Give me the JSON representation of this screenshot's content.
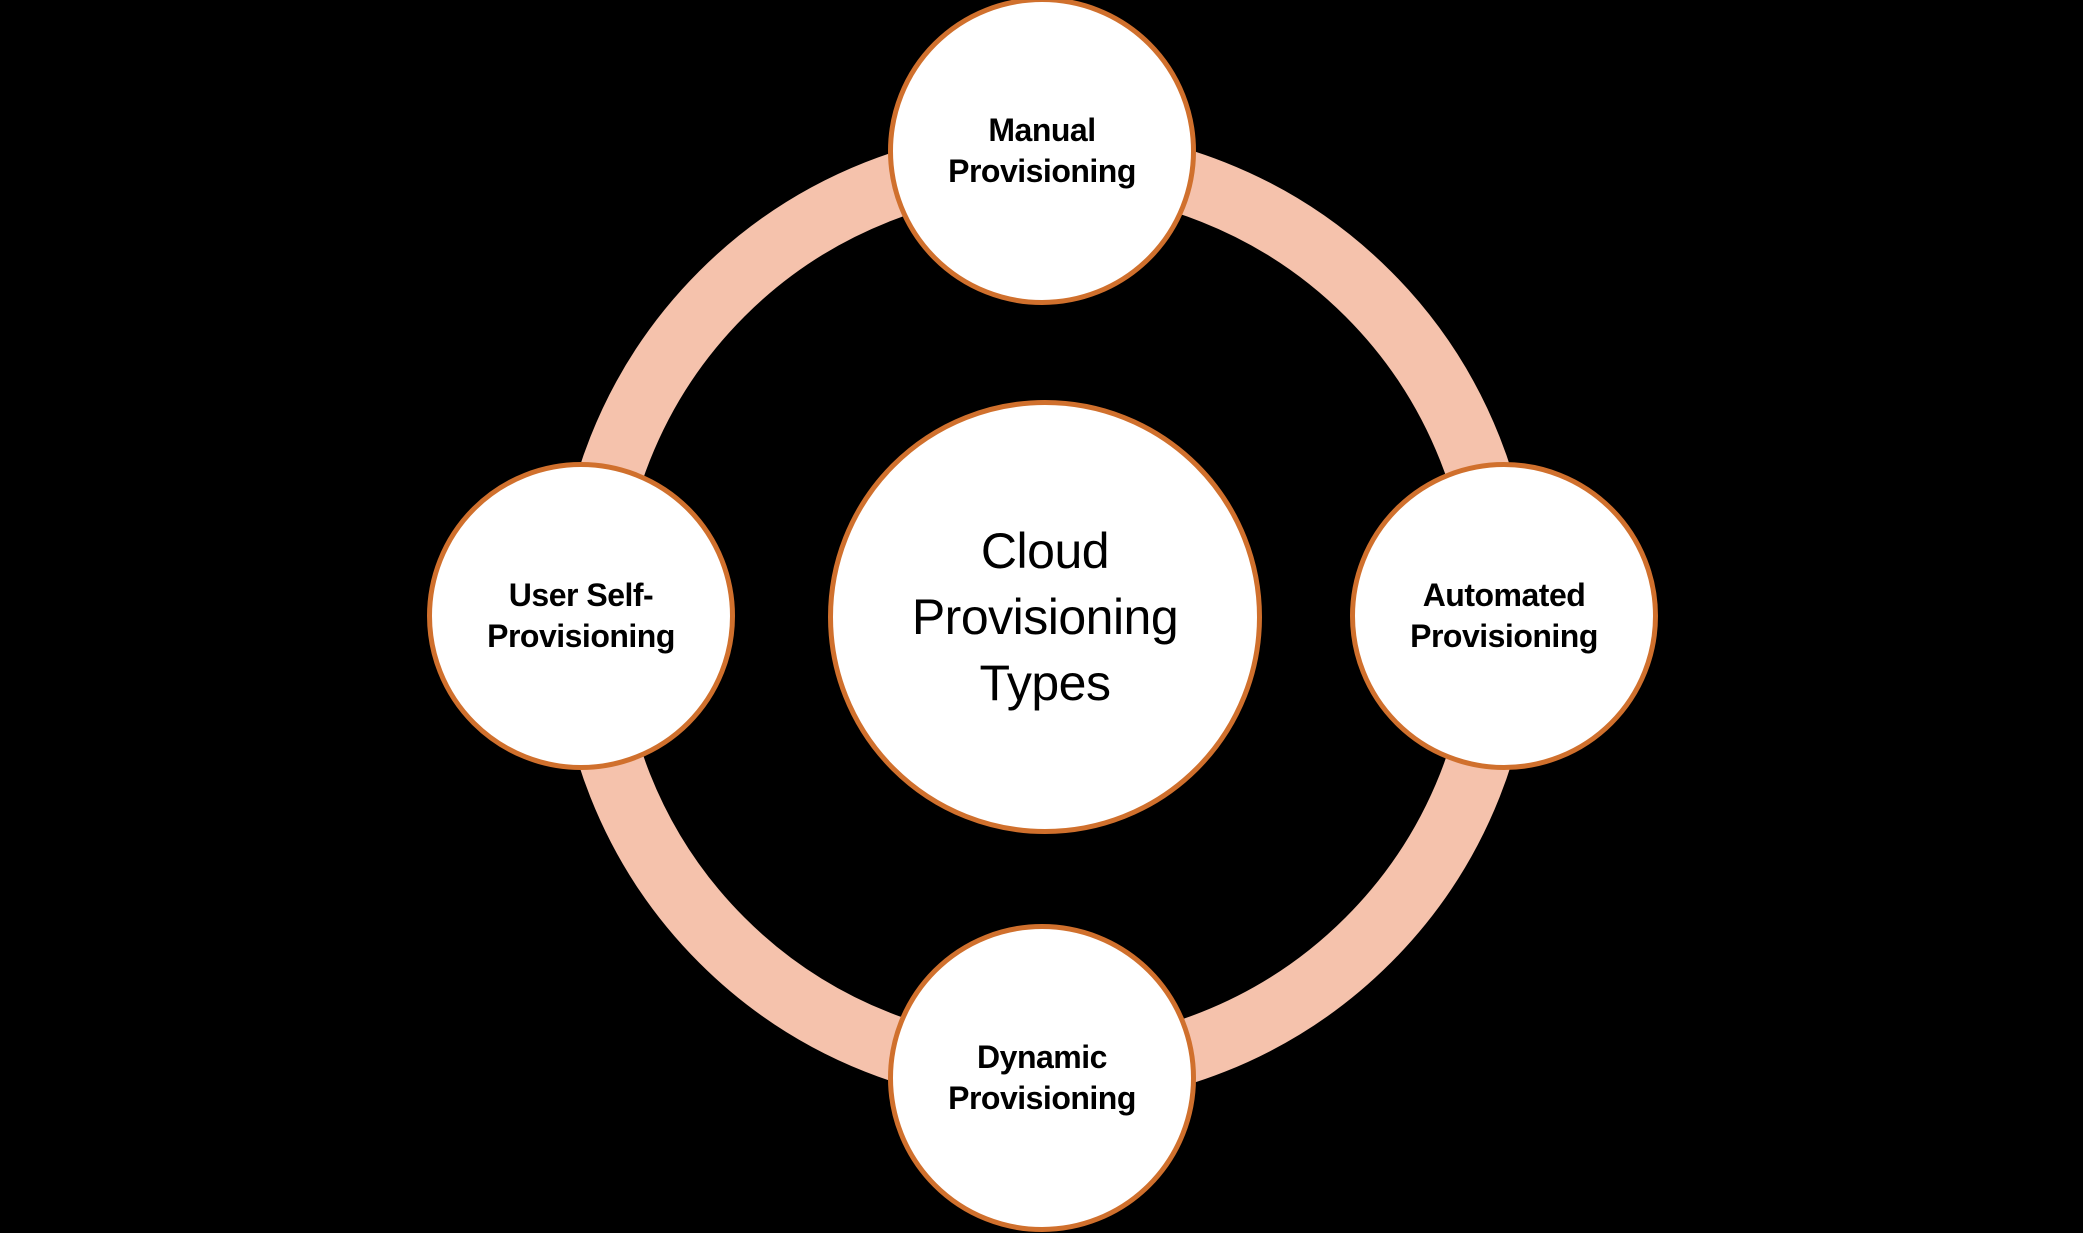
{
  "colors": {
    "background": "#000000",
    "ring": "#F5C2AC",
    "circle_border": "#D0702D",
    "circle_fill": "#FFFFFF",
    "text": "#000000"
  },
  "diagram": {
    "type": "cycle",
    "center": {
      "label": "Cloud\nProvisioning\nTypes"
    },
    "nodes": [
      {
        "id": "manual-provisioning",
        "position": "top",
        "label": "Manual\nProvisioning"
      },
      {
        "id": "automated-provisioning",
        "position": "right",
        "label": "Automated\nProvisioning"
      },
      {
        "id": "dynamic-provisioning",
        "position": "bottom",
        "label": "Dynamic\nProvisioning"
      },
      {
        "id": "user-self-provisioning",
        "position": "left",
        "label": "User Self-\nProvisioning"
      }
    ]
  }
}
